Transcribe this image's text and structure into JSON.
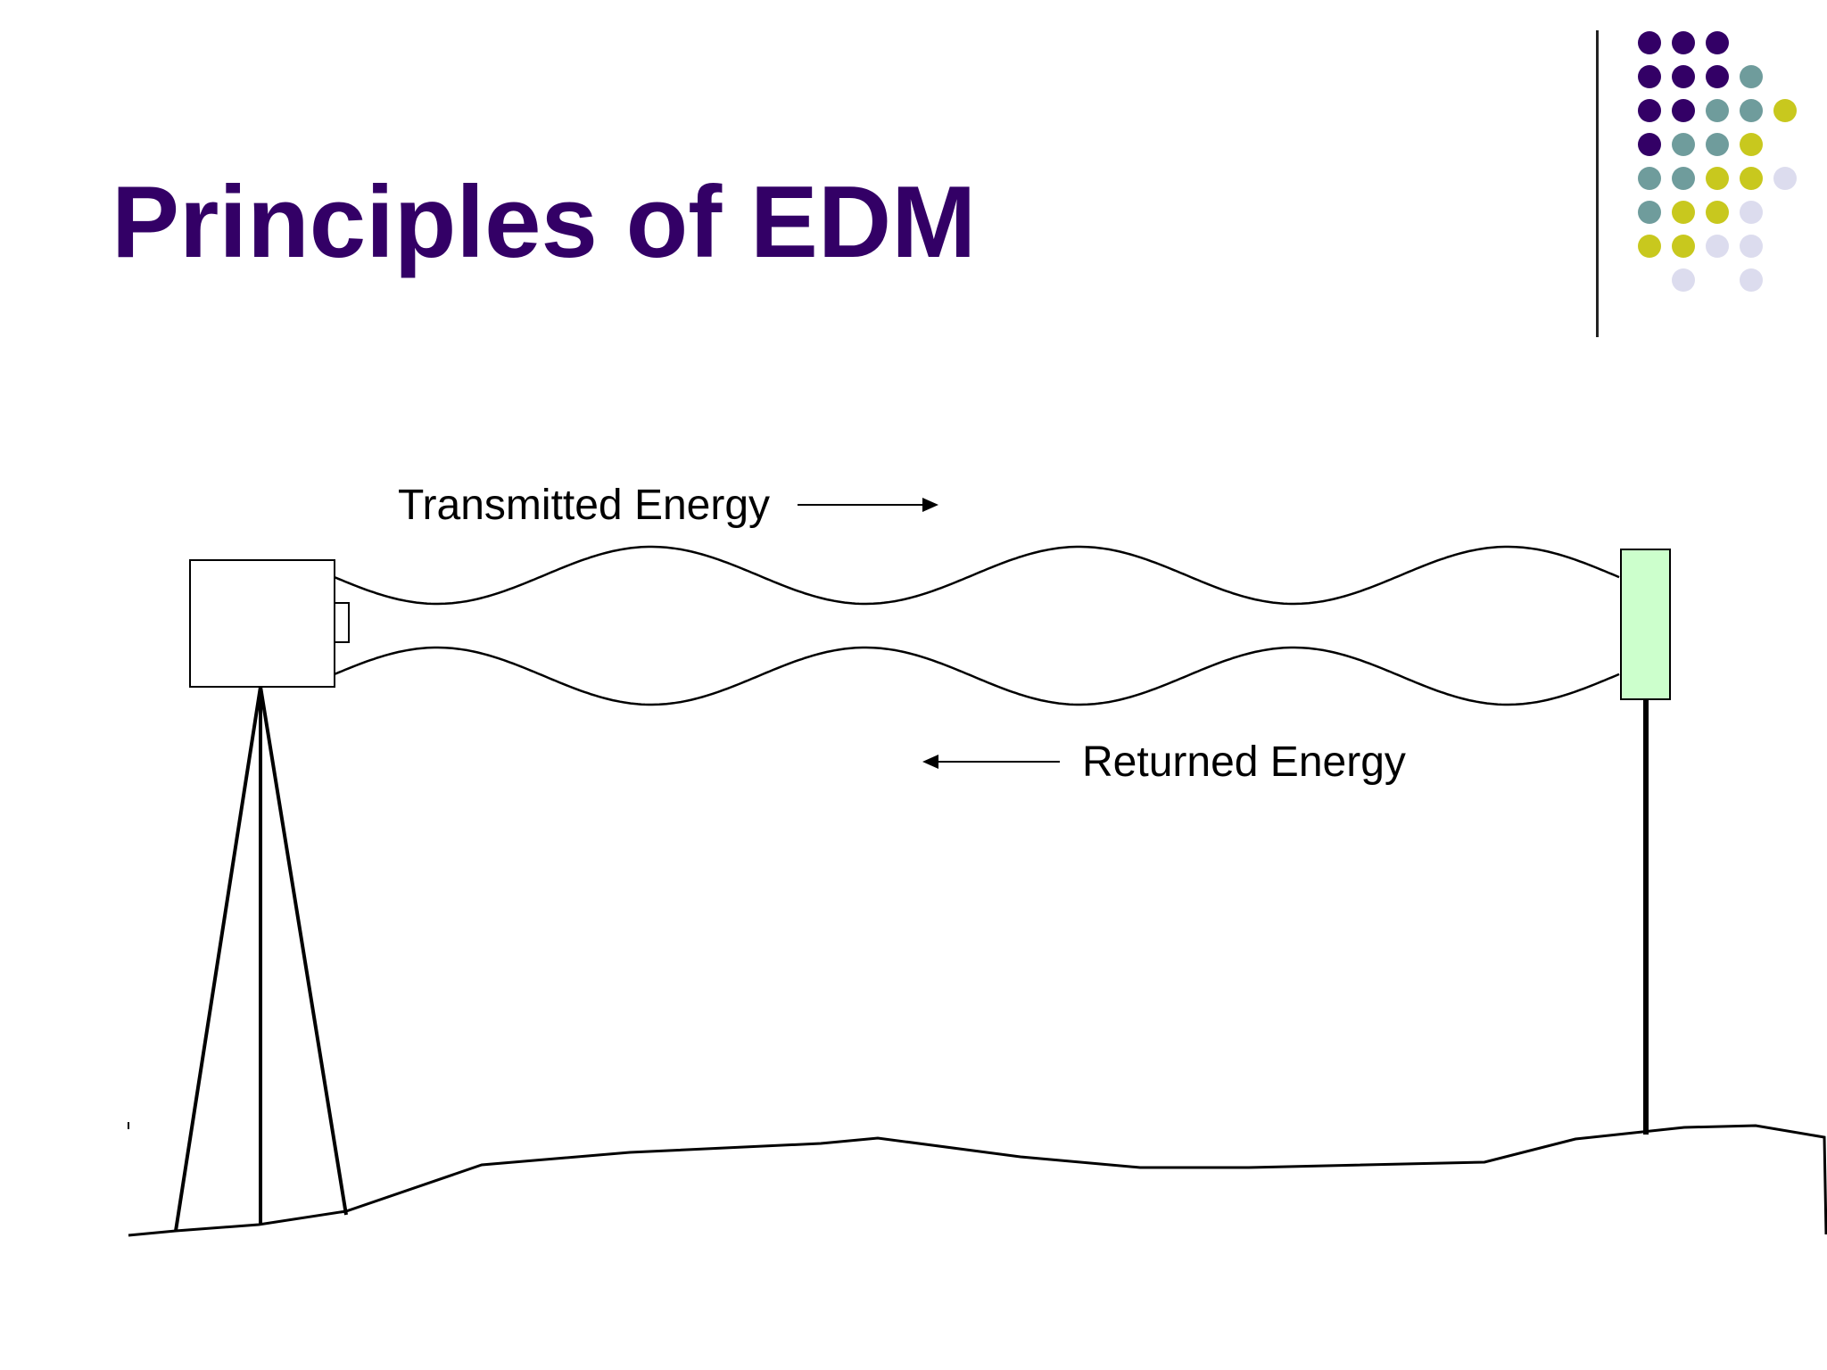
{
  "slide": {
    "title": "Principles of EDM"
  },
  "diagram": {
    "transmitted_label": "Transmitted Energy",
    "returned_label": "Returned Energy",
    "reflector_color": "#ccffcc"
  },
  "decoration": {
    "dot_palette": {
      "purple": "#330066",
      "teal": "#6f9c9c",
      "lime": "#c8c81e",
      "lavender": "#dcdcee"
    },
    "dot_rows": [
      [
        "purple",
        "purple",
        "purple",
        "",
        "",
        ""
      ],
      [
        "purple",
        "purple",
        "purple",
        "teal",
        "",
        ""
      ],
      [
        "purple",
        "purple",
        "teal",
        "teal",
        "lime",
        ""
      ],
      [
        "purple",
        "teal",
        "teal",
        "lime",
        "",
        ""
      ],
      [
        "teal",
        "teal",
        "lime",
        "lime",
        "lavender",
        ""
      ],
      [
        "teal",
        "lime",
        "lime",
        "lavender",
        "",
        ""
      ],
      [
        "lime",
        "lime",
        "lavender",
        "lavender",
        "",
        ""
      ],
      [
        "",
        "lavender",
        "",
        "lavender",
        "",
        ""
      ]
    ]
  }
}
